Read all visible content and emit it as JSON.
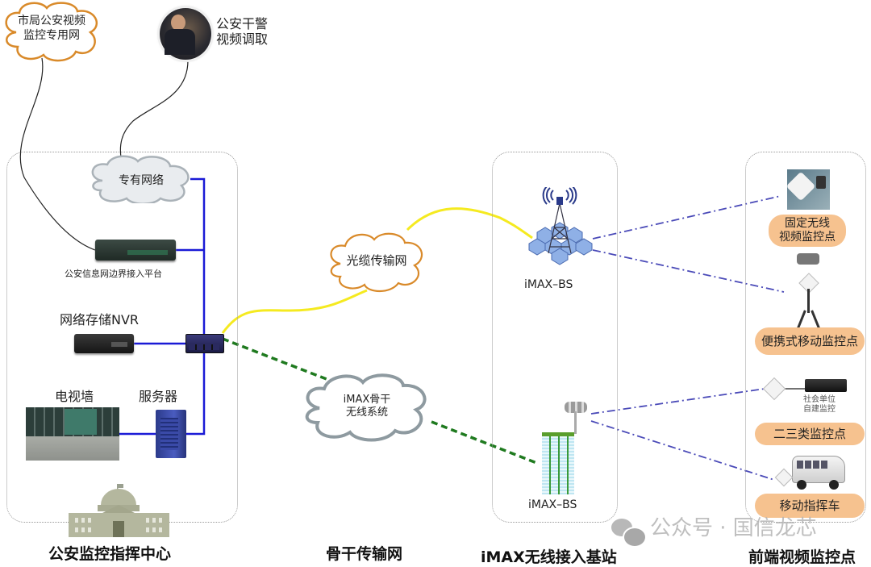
{
  "top": {
    "city_network_cloud": {
      "line1": "市局公安视频",
      "line2": "监控专用网"
    },
    "officer_access": {
      "line1": "公安干警",
      "line2": "视频调取"
    }
  },
  "command_center": {
    "private_network_cloud": "专有网络",
    "border_platform": "公安信息网边界接入平台",
    "nvr": "网络存储NVR",
    "tv_wall": "电视墙",
    "server": "服务器",
    "section_title": "公安监控指挥中心"
  },
  "backbone": {
    "fiber_cloud": "光缆传输网",
    "imax_cloud": {
      "line1": "iMAX骨干",
      "line2": "无线系统"
    },
    "section_title": "骨干传输网"
  },
  "base_stations": {
    "bs_top_label": "iMAX–BS",
    "bs_bottom_label": "iMAX–BS",
    "section_title": "iMAX无线接入基站"
  },
  "front_end": {
    "fixed_point": {
      "line1": "固定无线",
      "line2": "视频监控点"
    },
    "portable_point": "便携式移动监控点",
    "social_unit": {
      "line1": "社会单位",
      "line2": "自建监控"
    },
    "class23_point": "二三类监控点",
    "mobile_command": "移动指挥车",
    "section_title": "前端视频监控点"
  },
  "watermark": {
    "text": "公众号 · 国信龙芯"
  },
  "colors": {
    "lan_link": "#1a1ad6",
    "fiber_link": "#f5ea20",
    "wireless_backbone": "#1f7a1f",
    "wireless_access": "#4a4ab8",
    "pill_fill": "#f6c28f",
    "cloud_orange": "#d98a2a",
    "cloud_gray": "#8e9aa0"
  }
}
